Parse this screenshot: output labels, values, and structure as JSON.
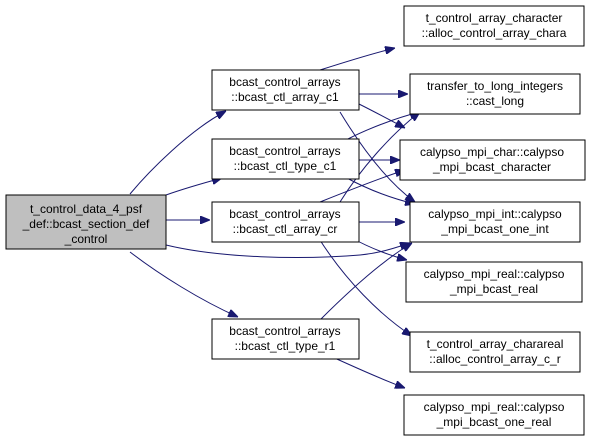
{
  "colors": {
    "edge": "#191970",
    "root_fill": "#bfbfbf",
    "node_fill": "#ffffff",
    "border": "#000000"
  },
  "nodes": {
    "root": {
      "line1": "t_control_data_4_psf",
      "line2": "_def::bcast_section_def",
      "line3": "_control"
    },
    "ctl_array_c1": {
      "line1": "bcast_control_arrays",
      "line2": "::bcast_ctl_array_c1"
    },
    "ctl_type_c1": {
      "line1": "bcast_control_arrays",
      "line2": "::bcast_ctl_type_c1"
    },
    "ctl_array_cr": {
      "line1": "bcast_control_arrays",
      "line2": "::bcast_ctl_array_cr"
    },
    "ctl_type_r1": {
      "line1": "bcast_control_arrays",
      "line2": "::bcast_ctl_type_r1"
    },
    "alloc_chara": {
      "line1": "t_control_array_character",
      "line2": "::alloc_control_array_chara"
    },
    "cast_long": {
      "line1": "transfer_to_long_integers",
      "line2": "::cast_long"
    },
    "bcast_character": {
      "line1": "calypso_mpi_char::calypso",
      "line2": "_mpi_bcast_character"
    },
    "bcast_one_int": {
      "line1": "calypso_mpi_int::calypso",
      "line2": "_mpi_bcast_one_int"
    },
    "bcast_real": {
      "line1": "calypso_mpi_real::calypso",
      "line2": "_mpi_bcast_real"
    },
    "alloc_c_r": {
      "line1": "t_control_array_charareal",
      "line2": "::alloc_control_array_c_r"
    },
    "bcast_one_real": {
      "line1": "calypso_mpi_real::calypso",
      "line2": "_mpi_bcast_one_real"
    }
  }
}
